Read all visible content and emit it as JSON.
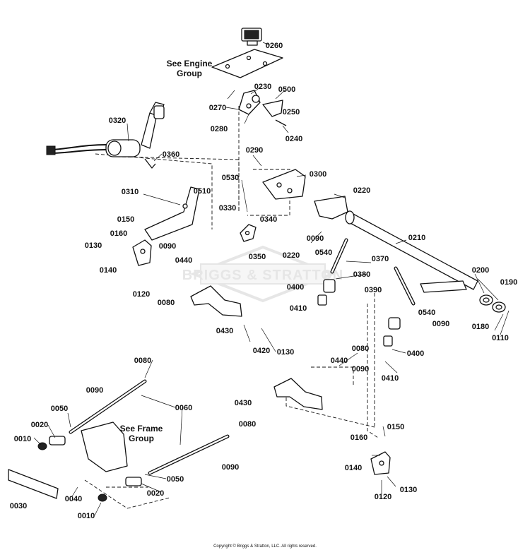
{
  "watermark": "BRIGGS & STRATTON",
  "copyright": "Copyright © Briggs & Stratton, LLC. All rights reserved.",
  "notes": {
    "engine_group": [
      "See Engine",
      "Group"
    ],
    "frame_group": [
      "See Frame",
      "Group"
    ]
  },
  "callouts": [
    "0260",
    "0230",
    "0500",
    "0270",
    "0250",
    "0280",
    "0240",
    "0320",
    "0360",
    "0290",
    "0530",
    "0300",
    "0310",
    "0510",
    "0220",
    "0330",
    "0340",
    "0150",
    "0160",
    "0130",
    "0140",
    "0090",
    "0440",
    "0350",
    "0220",
    "0090",
    "0540",
    "0210",
    "0370",
    "0120",
    "0080",
    "0380",
    "0200",
    "0400",
    "0390",
    "0190",
    "0410",
    "0430",
    "0540",
    "0090",
    "0180",
    "0110",
    "0420",
    "0130",
    "0400",
    "0080",
    "0410",
    "0090",
    "0440",
    "0090",
    "0080",
    "0060",
    "0430",
    "0050",
    "0020",
    "0010",
    "0080",
    "0150",
    "0160",
    "0090",
    "0140",
    "0050",
    "0130",
    "0030",
    "0040",
    "0020",
    "0010",
    "0120"
  ]
}
